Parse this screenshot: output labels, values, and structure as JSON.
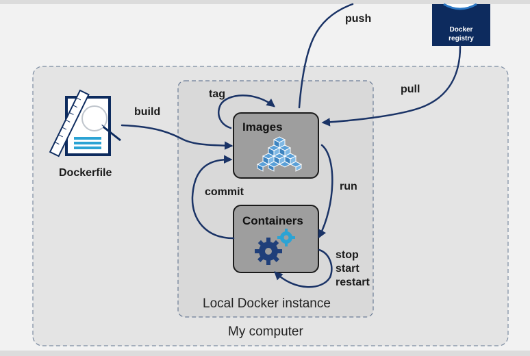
{
  "registry": {
    "line1": "Docker",
    "line2": "registry"
  },
  "dockerfile": {
    "label": "Dockerfile"
  },
  "arrows": {
    "build": "build",
    "push": "push",
    "pull": "pull",
    "tag": "tag",
    "run": "run",
    "commit": "commit",
    "lifecycle": [
      "stop",
      "start",
      "restart"
    ]
  },
  "images_box": {
    "title": "Images"
  },
  "containers_box": {
    "title": "Containers"
  },
  "local_instance": {
    "label": "Local Docker instance"
  },
  "computer": {
    "label": "My computer"
  },
  "colors": {
    "arrow": "#1a3366",
    "box_fill": "#9e9e9e",
    "computer_fill": "#e6e6e6",
    "registry_fill": "#0d2b5e",
    "icon_blue": "#5aa0d8",
    "gear_dark": "#1f3f7a",
    "gear_light": "#2ba3d4"
  }
}
